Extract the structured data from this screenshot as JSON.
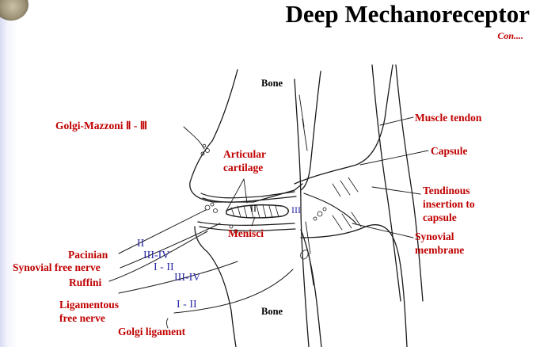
{
  "header": {
    "title": "Deep Mechanoreceptor",
    "subtitle": "Con...."
  },
  "diagram": {
    "structure_labels": {
      "bone_top": "Bone",
      "bone_bottom": "Bone",
      "articular_cartilage": "Articular\ncartilage",
      "menisci": "Menisci",
      "muscle_tendon": "Muscle tendon",
      "capsule": "Capsule",
      "tendinous_insertion": "Tendinous\ninsertion to\ncapsule",
      "synovial_membrane": "Synovial\nmembrane"
    },
    "receptor_labels": {
      "golgi_mazzoni": "Golgi-Mazzoni Ⅱ - Ⅲ",
      "pacinian": "Pacinian",
      "synovial_free_nerve": "Synovial free nerve",
      "ruffini": "Ruffini",
      "ligamentous_free_nerve": "Ligamentous\nfree nerve",
      "golgi_ligament": "Golgi ligament"
    },
    "fiber_types": {
      "ii_pacinian": "II",
      "iii_iv_synovial": "III-IV",
      "i_ii_ruffini": "I - II",
      "iii_iv_ligamentous": "III-IV",
      "i_ii_golgi": "I - II",
      "ii_center": "II",
      "iii_right": "III"
    },
    "colors": {
      "label_red": "#c00000",
      "fiber_blue": "#2b2ba8",
      "ink": "#1a1a1a"
    }
  }
}
